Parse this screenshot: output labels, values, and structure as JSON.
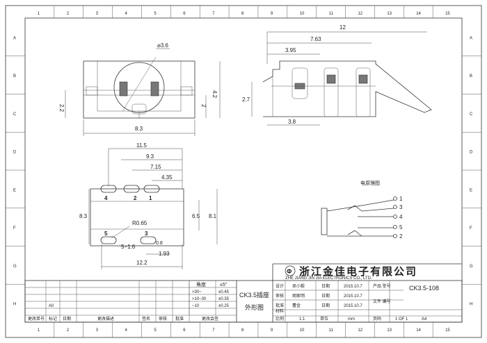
{
  "border": {
    "cols": [
      "1",
      "2",
      "3",
      "4",
      "5",
      "6",
      "7",
      "8",
      "9",
      "10",
      "11",
      "12",
      "13",
      "14",
      "15"
    ],
    "rows": [
      "A",
      "B",
      "C",
      "D",
      "E",
      "F",
      "G",
      "H"
    ]
  },
  "views": {
    "top": {
      "dims": {
        "diameter": "⌀3.6",
        "height": "4.2",
        "left_height": "2.2",
        "inner_height": "2",
        "width": "8.3"
      }
    },
    "side": {
      "dims": {
        "total_length": "12",
        "length_a": "7.63",
        "length_b": "3.95",
        "height": "2.7",
        "bottom": "3.8"
      }
    },
    "footprint": {
      "dims": {
        "d1": "11.5",
        "d2": "9.3",
        "d3": "7.15",
        "d4": "4.35",
        "height": "8.3",
        "gap": "6.5",
        "right": "8.1",
        "radius": "R0.65",
        "pad_w": "5−1.6",
        "small": "1.93",
        "total": "12.2",
        "pad_h": "0.8"
      },
      "pins": {
        "p4": "4",
        "p2": "2",
        "p1": "1",
        "p5": "5",
        "p3": "3"
      }
    },
    "schematic": {
      "title": "电原理图",
      "pins": [
        "1",
        "3",
        "4",
        "5",
        "2"
      ]
    }
  },
  "title_block": {
    "company_cn": "浙江金佳电子有限公司",
    "company_en": "ZHE  JIANG  JIN  JIA  ELECTRONICS  CO., LTD.",
    "product": "CK3.5插座",
    "drawing_type": "外形图",
    "part_no": "CK3.5-108",
    "part_label": "产品 型号",
    "tolerance": {
      "header": "角度",
      "header_val": "±5°",
      "rows": [
        {
          "range": ">30~",
          "value": "±0.45"
        },
        {
          "range": ">10~30",
          "value": "±0.35"
        },
        {
          "range": "~10",
          "value": "±0.25"
        }
      ]
    },
    "approvals": [
      {
        "role": "设计",
        "name": "吴小毅",
        "date": "2015.10.7"
      },
      {
        "role": "审核",
        "name": "胡家明",
        "date": "2015.10.7"
      },
      {
        "role": "批准",
        "name": "曹金",
        "date": "2015.10.7"
      }
    ],
    "role_labels": {
      "tech": "日期",
      "std": "日期",
      "approve": "日期"
    },
    "material_label": "材料",
    "material_no": "文件 编号",
    "scale_label": "比例",
    "scale": "1:1",
    "unit_label": "单位",
    "unit": "mm",
    "page_label": "页码",
    "page": "1 OF 1",
    "size": "A4",
    "revision_headers": [
      "更改单号",
      "标记",
      "日期",
      "更改描述",
      "签名",
      "审核",
      "批准",
      "更改会签"
    ],
    "rev_mark": "A0"
  }
}
